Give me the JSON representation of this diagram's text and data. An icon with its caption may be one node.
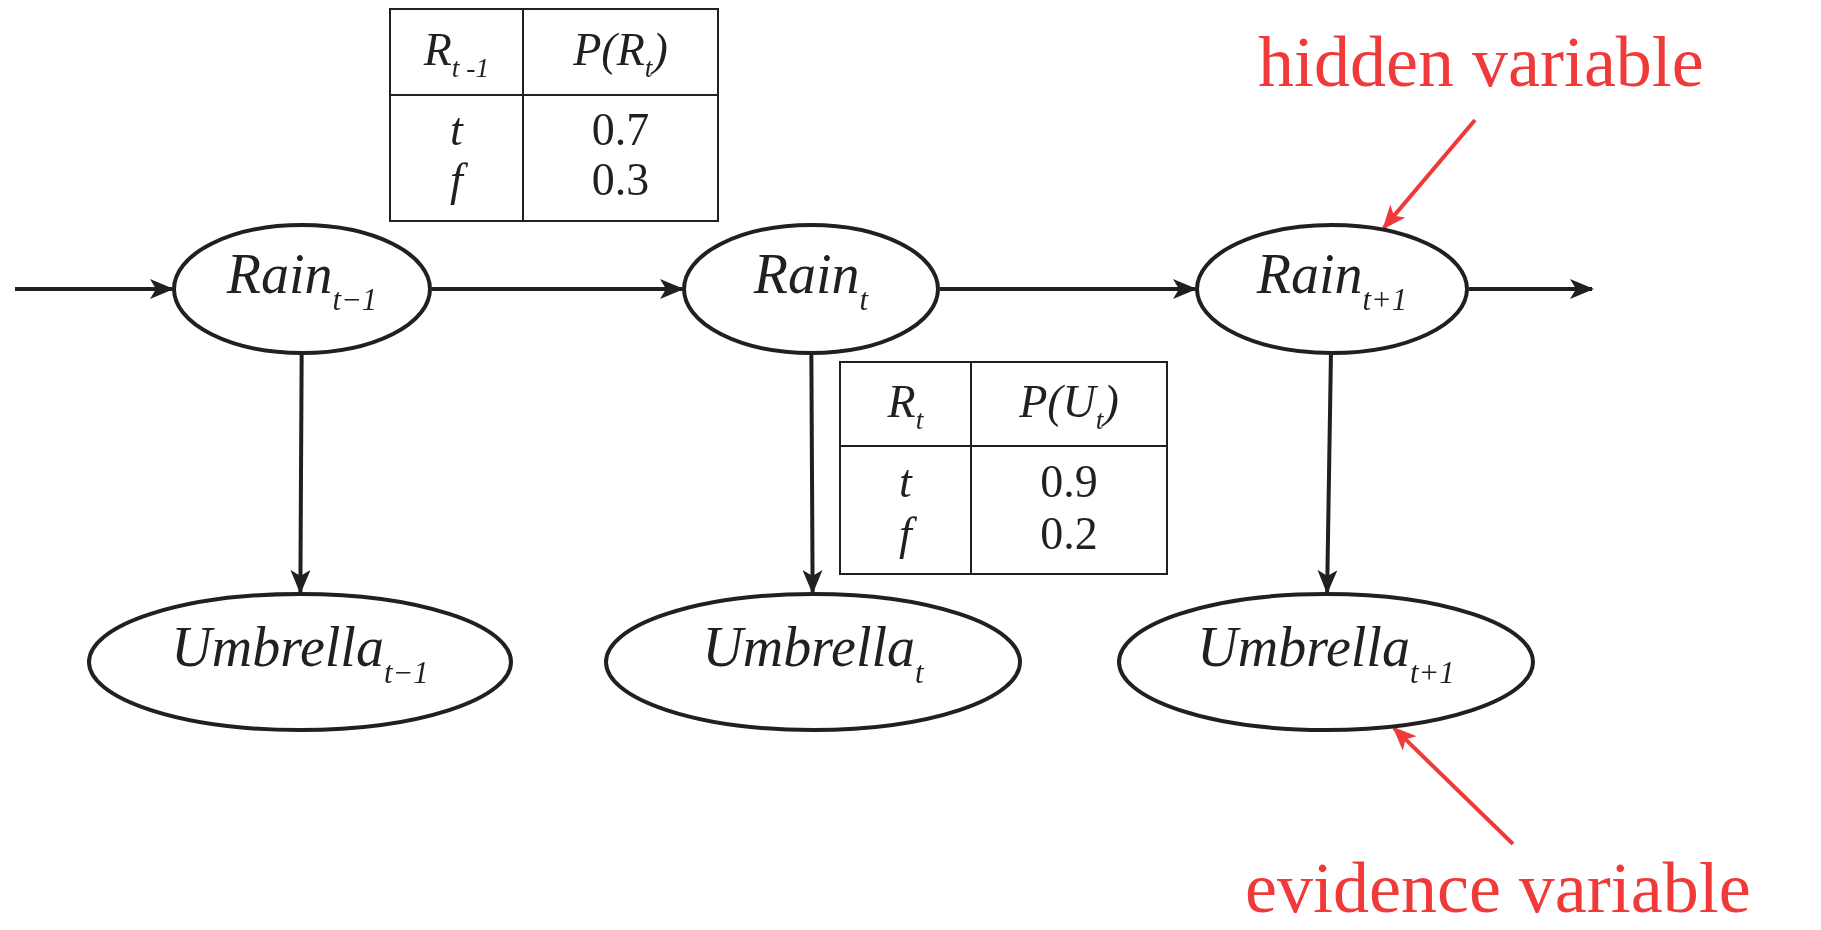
{
  "diagram": {
    "nodes": [
      {
        "text": [
          "Rain$_{t−1}$"
        ]
      },
      {
        "text": [
          "Rain$_{t}$"
        ]
      },
      {
        "text": [
          "Rain$_{t+1}$"
        ]
      },
      {
        "text": [
          "Umbrella$_{t−1}$"
        ]
      },
      {
        "text": [
          "Umbrella$_{t}$"
        ]
      },
      {
        "text": [
          "Umbrella$_{t+1}$"
        ]
      },
      {
        "text": [
          "hidden variable"
        ]
      },
      {
        "text": [
          "evidence variable"
        ]
      }
    ],
    "edges": [
      {
        "from": null,
        "to": 0,
        "arrow": "to"
      },
      {
        "from": 0,
        "to": 1,
        "arrow": "to"
      },
      {
        "from": 1,
        "to": 2,
        "arrow": "to"
      },
      {
        "from": 2,
        "to": null,
        "arrow": "to"
      },
      {
        "from": 0,
        "to": 3,
        "arrow": "to"
      },
      {
        "from": 1,
        "to": 4,
        "arrow": "to"
      },
      {
        "from": 2,
        "to": 5,
        "arrow": "to"
      },
      {
        "from": 6,
        "to": 2,
        "arrow": "to",
        "color": "#f03a3a"
      },
      {
        "from": 7,
        "to": 5,
        "arrow": "to",
        "color": "#f03a3a"
      }
    ],
    "labels": [
      "R$_{t -1}$",
      "P(R$_{t}$)",
      "t",
      "0.7",
      "f",
      "0.3",
      "R$_{t}$",
      "P(U$_{t}$)",
      "t",
      "0.9",
      "f",
      "0.2"
    ]
  }
}
